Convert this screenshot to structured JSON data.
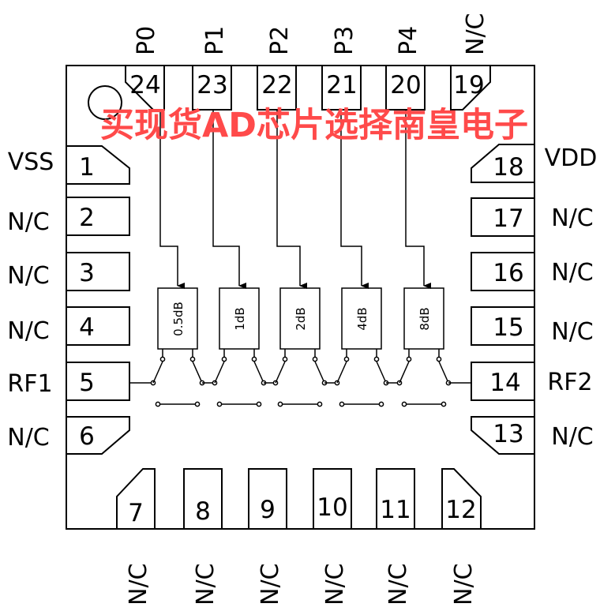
{
  "watermark": "买现货AD芯片选择南皇电子",
  "colors": {
    "line": "#000000",
    "watermark": "#ff4a4a",
    "background": "#ffffff"
  },
  "top_pins": [
    {
      "num": "24",
      "label": "P0"
    },
    {
      "num": "23",
      "label": "P1"
    },
    {
      "num": "22",
      "label": "P2"
    },
    {
      "num": "21",
      "label": "P3"
    },
    {
      "num": "20",
      "label": "P4"
    },
    {
      "num": "19",
      "label": "N/C"
    }
  ],
  "left_pins": [
    {
      "num": "1",
      "label": "VSS"
    },
    {
      "num": "2",
      "label": "N/C"
    },
    {
      "num": "3",
      "label": "N/C"
    },
    {
      "num": "4",
      "label": "N/C"
    },
    {
      "num": "5",
      "label": "RF1"
    },
    {
      "num": "6",
      "label": "N/C"
    }
  ],
  "right_pins": [
    {
      "num": "18",
      "label": "VDD"
    },
    {
      "num": "17",
      "label": "N/C"
    },
    {
      "num": "16",
      "label": "N/C"
    },
    {
      "num": "15",
      "label": "N/C"
    },
    {
      "num": "14",
      "label": "RF2"
    },
    {
      "num": "13",
      "label": "N/C"
    }
  ],
  "bottom_pins": [
    {
      "num": "7",
      "label": "N/C"
    },
    {
      "num": "8",
      "label": "N/C"
    },
    {
      "num": "9",
      "label": "N/C"
    },
    {
      "num": "10",
      "label": "N/C"
    },
    {
      "num": "11",
      "label": "N/C"
    },
    {
      "num": "12",
      "label": "N/C"
    }
  ],
  "attenuators": [
    "0.5dB",
    "1dB",
    "2dB",
    "4dB",
    "8dB"
  ]
}
